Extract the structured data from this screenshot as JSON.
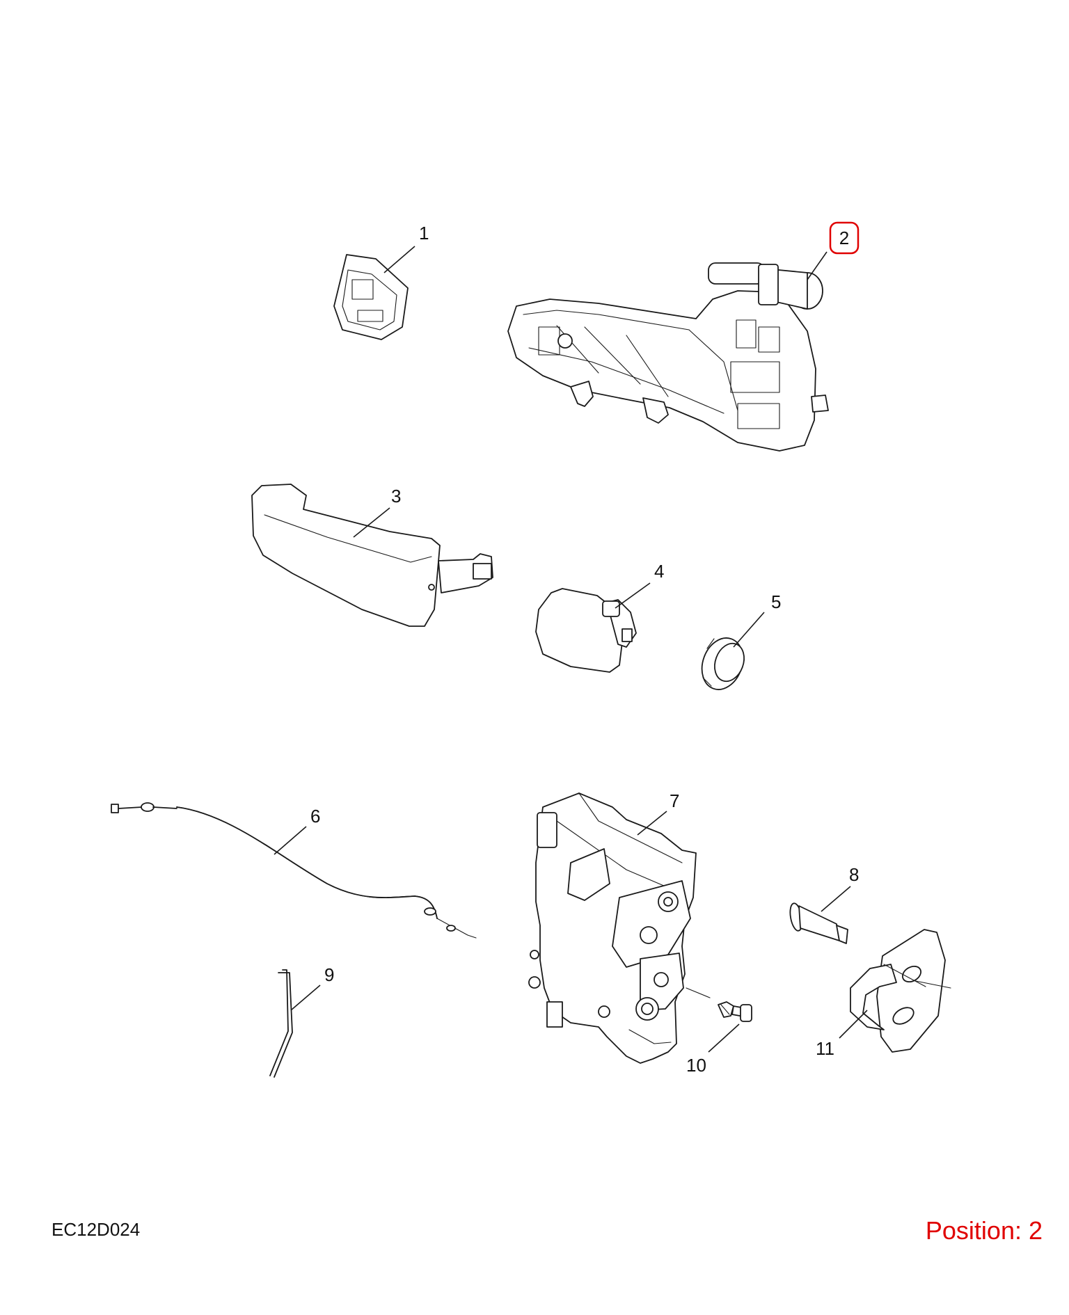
{
  "figure_code": "EC12D024",
  "position": {
    "label": "Position: 2",
    "color": "#e00000"
  },
  "highlighted_callout": "2",
  "callouts": [
    {
      "id": "1",
      "label": "1"
    },
    {
      "id": "2",
      "label": "2"
    },
    {
      "id": "3",
      "label": "3"
    },
    {
      "id": "4",
      "label": "4"
    },
    {
      "id": "5",
      "label": "5"
    },
    {
      "id": "6",
      "label": "6"
    },
    {
      "id": "7",
      "label": "7"
    },
    {
      "id": "8",
      "label": "8"
    },
    {
      "id": "9",
      "label": "9"
    },
    {
      "id": "10",
      "label": "10"
    },
    {
      "id": "11",
      "label": "11"
    }
  ]
}
